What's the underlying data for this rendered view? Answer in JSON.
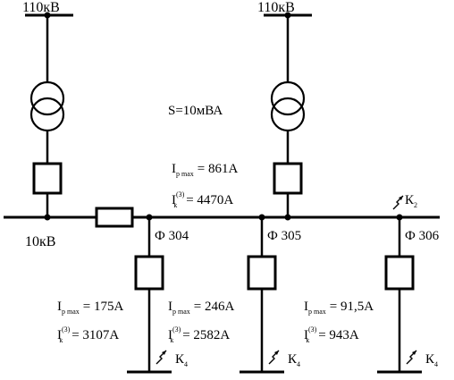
{
  "sources": [
    {
      "label": "110кВ"
    },
    {
      "label": "110кВ"
    }
  ],
  "transformer_rating": "S=10мВА",
  "bus": {
    "label": "10кВ",
    "ipmax": {
      "main": "I",
      "sub": "p max",
      "value": "= 861А"
    },
    "ik": {
      "main": "I",
      "sub": "к",
      "sup": "(3)",
      "value": "= 4470А"
    },
    "fault": {
      "main": "К",
      "sub": "2"
    }
  },
  "feeders": [
    {
      "name": "Ф 304",
      "ipmax": {
        "main": "I",
        "sub": "p max",
        "value": "= 175А"
      },
      "ik": {
        "main": "I",
        "sub": "к",
        "sup": "(3)",
        "value": "= 3107А"
      },
      "fault": {
        "main": "К",
        "sub": "4"
      }
    },
    {
      "name": "Ф 305",
      "ipmax": {
        "main": "I",
        "sub": "p max",
        "value": "= 246А"
      },
      "ik": {
        "main": "I",
        "sub": "к",
        "sup": "(3)",
        "value": "= 2582А"
      },
      "fault": {
        "main": "К",
        "sub": "4"
      }
    },
    {
      "name": "Ф 306",
      "ipmax": {
        "main": "I",
        "sub": "p max",
        "value": "= 91,5А"
      },
      "ik": {
        "main": "I",
        "sub": "к",
        "sup": "(3)",
        "value": "= 943А"
      },
      "fault": {
        "main": "К",
        "sub": "4"
      }
    }
  ]
}
